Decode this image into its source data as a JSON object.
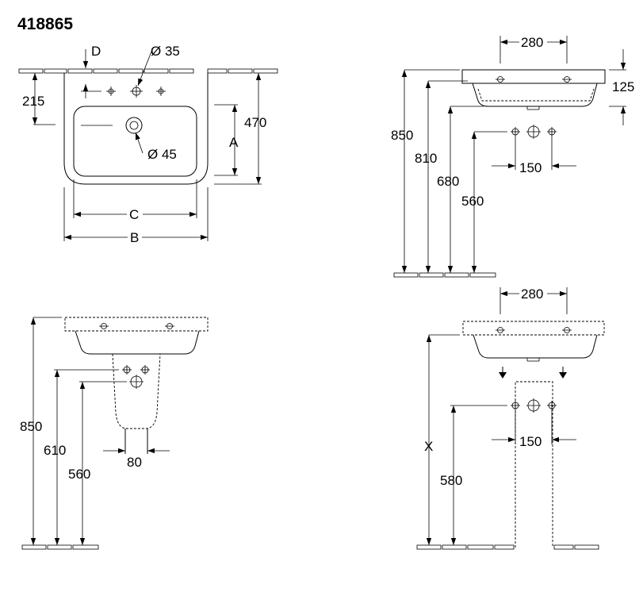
{
  "title": "418865",
  "front_view": {
    "dim_D": "D",
    "dim_tap_hole": "Ø 35",
    "dim_215": "215",
    "dim_470": "470",
    "dim_A": "A",
    "dim_waste": "Ø 45",
    "dim_C": "C",
    "dim_B": "B"
  },
  "side_view_wall": {
    "dim_280": "280",
    "dim_125": "125",
    "dim_850": "850",
    "dim_810": "810",
    "dim_680": "680",
    "dim_560": "560",
    "dim_150": "150"
  },
  "half_pedestal_view": {
    "dim_850": "850",
    "dim_610": "610",
    "dim_560": "560",
    "dim_80": "80"
  },
  "pedestal_view": {
    "dim_280": "280",
    "dim_X": "X",
    "dim_580": "580",
    "dim_150": "150"
  }
}
